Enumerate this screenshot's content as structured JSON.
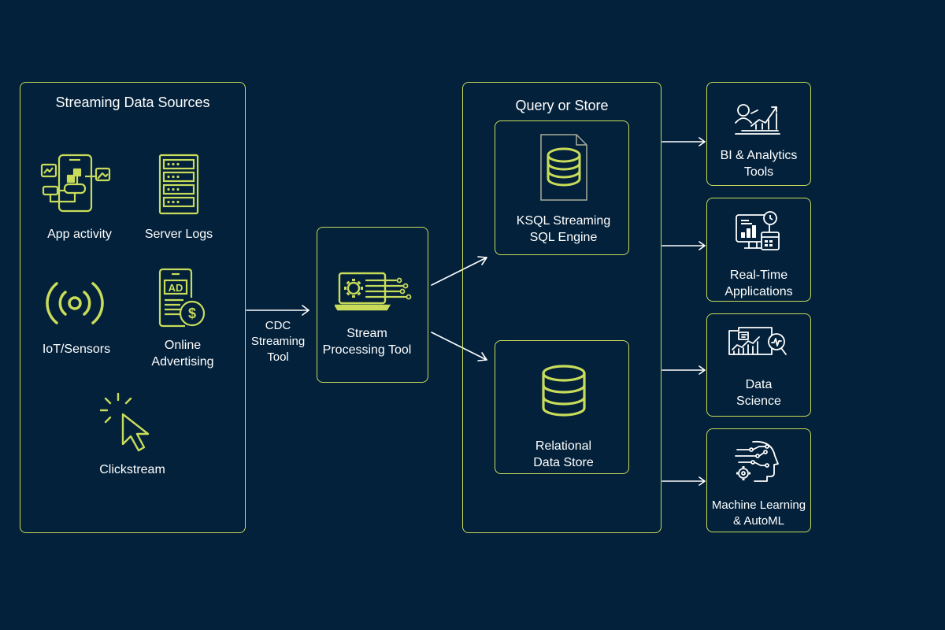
{
  "sources": {
    "title": "Streaming Data Sources",
    "items": [
      {
        "label": "App activity",
        "icon": "mobile-app-icon"
      },
      {
        "label": "Server Logs",
        "icon": "server-rack-icon"
      },
      {
        "label": "IoT/Sensors",
        "icon": "broadcast-sensor-icon"
      },
      {
        "label": "Online\nAdvertising",
        "icon": "ad-phone-icon"
      },
      {
        "label": "Clickstream",
        "icon": "cursor-click-icon"
      }
    ]
  },
  "connector_label": "CDC\nStreaming\nTool",
  "processing": {
    "label": "Stream\nProcessing Tool",
    "icon": "laptop-gear-icon"
  },
  "store": {
    "title": "Query or Store",
    "ksql": {
      "label": "KSQL Streaming\nSQL Engine",
      "icon": "database-document-icon"
    },
    "relational": {
      "label": "Relational\nData Store",
      "icon": "database-icon"
    }
  },
  "outputs": [
    {
      "label": "BI & Analytics\nTools",
      "icon": "analytics-chart-icon"
    },
    {
      "label": "Real-Time\nApplications",
      "icon": "dashboard-calendar-icon"
    },
    {
      "label": "Data\nScience",
      "icon": "data-science-icon"
    },
    {
      "label": "Machine Learning\n& AutoML",
      "icon": "ai-head-icon"
    }
  ],
  "colors": {
    "background": "#03213a",
    "accent": "#c9dc5a",
    "text": "#ffffff"
  }
}
